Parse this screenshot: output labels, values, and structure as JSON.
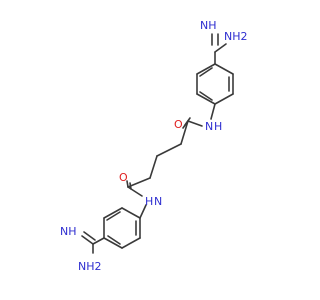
{
  "molecule": {
    "atoms": {
      "nh_imine_top": "NH",
      "nh2_top": "NH2",
      "n_amide_top": "N",
      "h_amide_top": "H",
      "o_top": "O",
      "o_bottom": "O",
      "n_amide_bottom": "N",
      "h_amide_bottom": "H",
      "nh_imine_bottom": "NH",
      "nh2_bottom": "NH2"
    }
  },
  "colors": {
    "bond": "#3a3a3a",
    "nitrogen": "#2f2fd0",
    "oxygen": "#e02020"
  }
}
